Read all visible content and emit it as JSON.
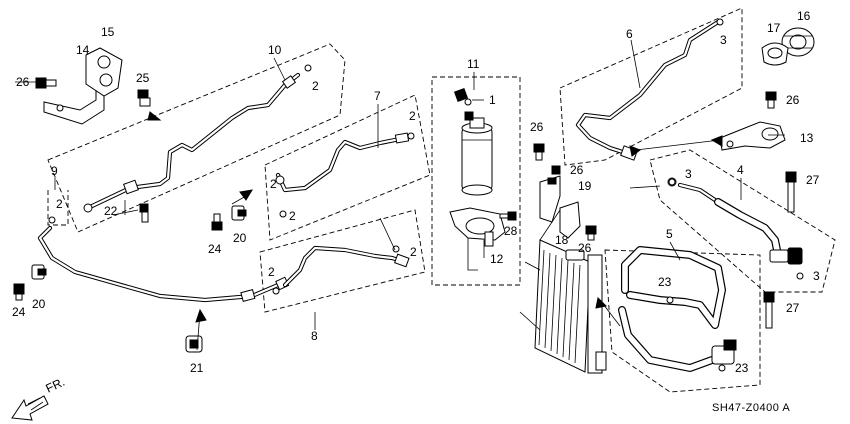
{
  "diagram": {
    "code": "SH47-Z0400 A",
    "direction_label": "FR.",
    "callouts": {
      "c1": "1",
      "c2a": "2",
      "c2b": "2",
      "c2c": "2",
      "c2d": "2",
      "c2e": "2",
      "c2f": "2",
      "c2g": "2",
      "c3a": "3",
      "c3b": "3",
      "c3c": "3",
      "c4": "4",
      "c5": "5",
      "c6": "6",
      "c7": "7",
      "c8": "8",
      "c9": "9",
      "c10": "10",
      "c11": "11",
      "c12": "12",
      "c13": "13",
      "c14": "14",
      "c15": "15",
      "c16": "16",
      "c17": "17",
      "c18": "18",
      "c19": "19",
      "c20a": "20",
      "c20b": "20",
      "c21": "21",
      "c22": "22",
      "c23a": "23",
      "c23b": "23",
      "c24a": "24",
      "c24b": "24",
      "c25": "25",
      "c26a": "26",
      "c26b": "26",
      "c26c": "26",
      "c26d": "26",
      "c26e": "26",
      "c27a": "27",
      "c27b": "27",
      "c28": "28"
    }
  }
}
